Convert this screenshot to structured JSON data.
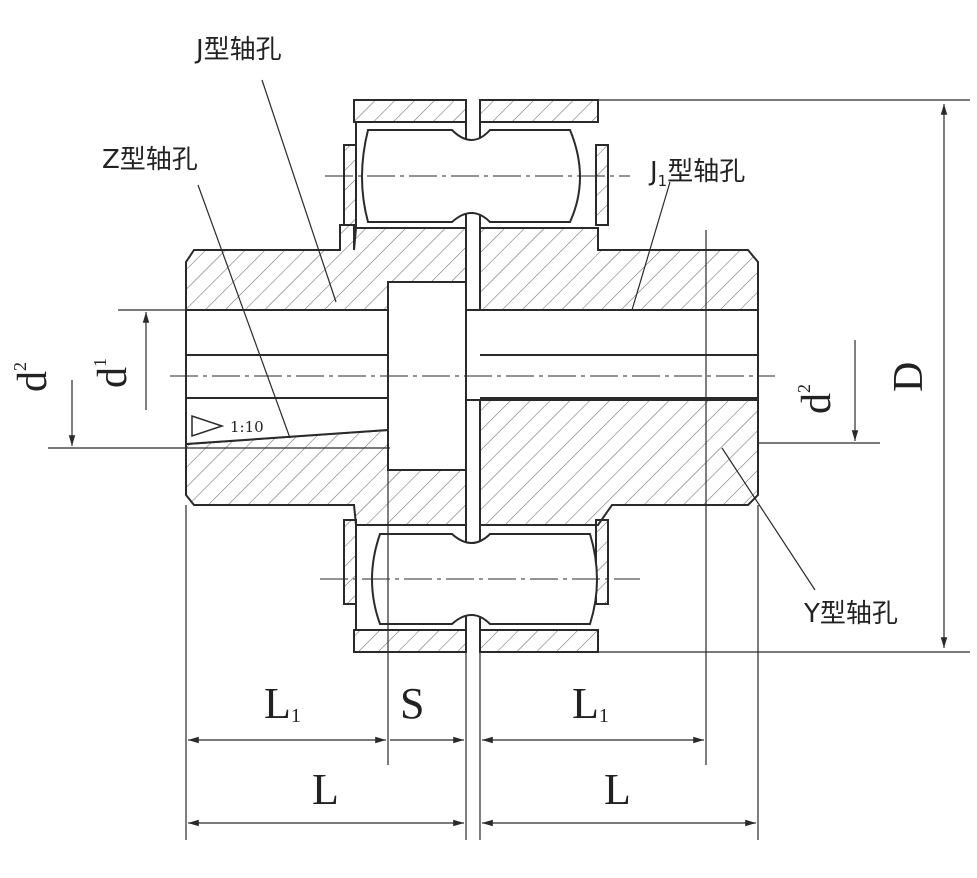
{
  "callouts": {
    "j_bore": "J型轴孔",
    "z_bore": "Z型轴孔",
    "j1_bore_prefix": "J",
    "j1_bore_sub": "1",
    "j1_bore_suffix": "型轴孔",
    "y_bore": "Y型轴孔"
  },
  "diameters": {
    "d2_left": "d",
    "d2_left_sub": "2",
    "d1_left": "d",
    "d1_left_sub": "1",
    "d2_right": "d",
    "d2_right_sub": "2",
    "D": "D"
  },
  "taper": "1:10",
  "lengths": {
    "L1_left": "L",
    "L1_left_sub": "1",
    "S": "S",
    "L1_right": "L",
    "L1_right_sub": "1",
    "L_left": "L",
    "L_right": "L"
  },
  "colors": {
    "line": "#2a2a2a",
    "hatch": "#6a6a6a",
    "background": "#ffffff"
  }
}
